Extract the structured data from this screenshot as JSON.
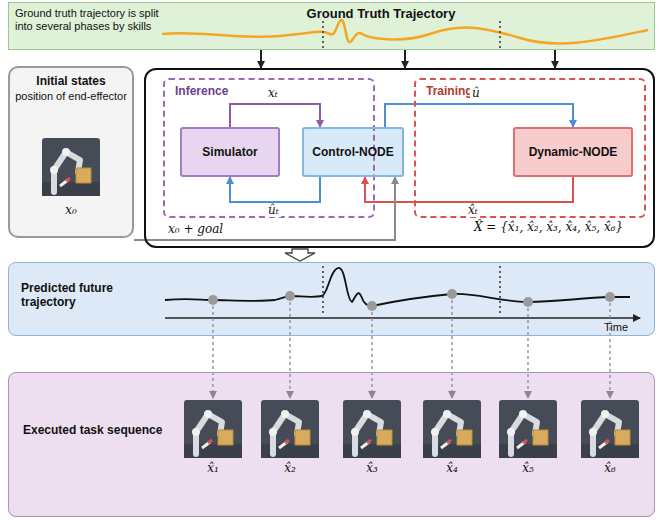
{
  "diagram": {
    "nodes": [
      {
        "text": [
          "Ground Truth Trajectory",
          "Ground truth trajectory is split into several phases by skills"
        ]
      },
      {
        "text": [
          "Initial states",
          "position of end-effector"
        ]
      },
      {
        "text": [
          "X̂ = {x̂₁, x̂₂, x̂₃, x̂₄, x̂₅, x̂₆}"
        ]
      },
      {
        "text": [
          "Inference"
        ],
        "in": 2
      },
      {
        "text": [
          "Simulator"
        ],
        "in": 3
      },
      {
        "text": [
          "Control-NODE"
        ],
        "in": 2
      },
      {
        "text": [
          "Training"
        ],
        "in": 2
      },
      {
        "text": [
          "Dynamic-NODE"
        ],
        "in": 6
      },
      {
        "text": [
          "Predicted future trajectory"
        ]
      },
      {
        "text": [
          "Executed task sequence"
        ]
      }
    ],
    "edges": [
      {
        "from": 0,
        "to": 2,
        "arrow": "to"
      },
      {
        "from": 0,
        "to": 2,
        "arrow": "to"
      },
      {
        "from": 0,
        "to": 2,
        "arrow": "to"
      },
      {
        "from": 4,
        "to": 5,
        "label": "xₜ",
        "arrow": "to"
      },
      {
        "from": 5,
        "to": 4,
        "label": "ûₜ",
        "arrow": "to"
      },
      {
        "from": 5,
        "to": 7,
        "label": "û",
        "arrow": "to"
      },
      {
        "from": 7,
        "to": 5,
        "label": "x̂ₜ",
        "arrow": "to"
      },
      {
        "from": 1,
        "to": 5,
        "label": "x₀ + goal",
        "arrow": "to"
      },
      {
        "from": 2,
        "to": 8,
        "arrow": "to"
      },
      {
        "from": 8,
        "to": 9,
        "arrow": "to"
      },
      {
        "from": 8,
        "to": 9,
        "arrow": "to"
      },
      {
        "from": 8,
        "to": 9,
        "arrow": "to"
      },
      {
        "from": 8,
        "to": 9,
        "arrow": "to"
      },
      {
        "from": 8,
        "to": 9,
        "arrow": "to"
      },
      {
        "from": 8,
        "to": 9,
        "arrow": "to"
      }
    ],
    "labels": [
      "x₀",
      "Time",
      "x̂₁",
      "x̂₂",
      "x̂₃",
      "x̂₄",
      "x̂₅",
      "x̂₆"
    ]
  }
}
